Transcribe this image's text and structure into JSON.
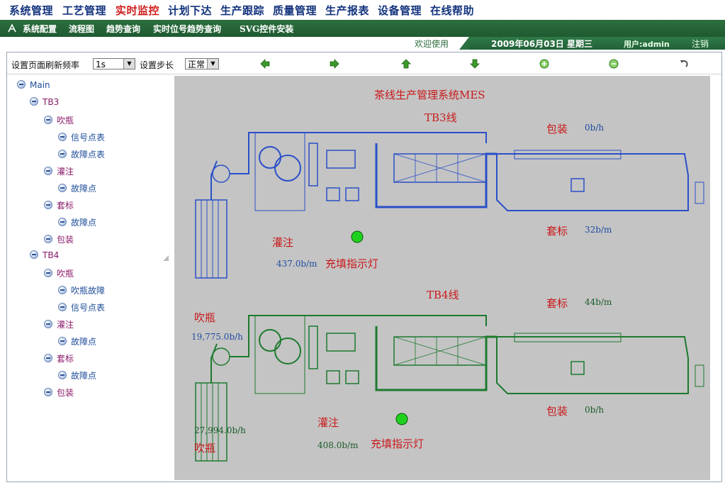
{
  "menu": [
    "系统管理",
    "工艺管理",
    "实时监控",
    "计划下达",
    "生产跟踪",
    "质量管理",
    "生产报表",
    "设备管理",
    "在线帮助"
  ],
  "menu_active_index": 2,
  "submenu": [
    "系统配置",
    "流程图",
    "趋势查询",
    "实时位号趋势查询",
    "SVG控件安装"
  ],
  "header": {
    "welcome": "欢迎使用",
    "date": "2009年06月03日  星期三",
    "user": "用户:admin",
    "logout": "注销"
  },
  "toolbar": {
    "refresh_label": "设置页面刷新频率",
    "refresh_value": "1s",
    "step_label": "设置步长",
    "step_value": "正常",
    "buttons": [
      "arrow-left-icon",
      "arrow-right-icon",
      "arrow-up-icon",
      "arrow-down-icon",
      "zoom-in-icon",
      "zoom-out-icon",
      "reset-icon"
    ]
  },
  "tree": [
    {
      "label": "Main",
      "level": 0
    },
    {
      "label": "TB3",
      "level": 1
    },
    {
      "label": "吹瓶",
      "level": 2
    },
    {
      "label": "信号点表",
      "level": 3
    },
    {
      "label": "故障点表",
      "level": 3
    },
    {
      "label": "灌注",
      "level": 2
    },
    {
      "label": "故障点",
      "level": 3
    },
    {
      "label": "套标",
      "level": 2
    },
    {
      "label": "故障点",
      "level": 3
    },
    {
      "label": "包装",
      "level": 2
    },
    {
      "label": "TB4",
      "level": 1
    },
    {
      "label": "吹瓶",
      "level": 2
    },
    {
      "label": "吹瓶故障",
      "level": 3
    },
    {
      "label": "信号点表",
      "level": 3
    },
    {
      "label": "灌注",
      "level": 2
    },
    {
      "label": "故障点",
      "level": 3
    },
    {
      "label": "套标",
      "level": 2
    },
    {
      "label": "故障点",
      "level": 3
    },
    {
      "label": "包装",
      "level": 2
    }
  ],
  "diagram": {
    "title": "茶线生产管理系统MES",
    "tb3": {
      "line_label": "TB3线",
      "packing_label": "包装",
      "packing_value": "0b/h",
      "labeling_label": "套标",
      "labeling_value": "32b/m",
      "filling_label": "灌注",
      "filling_value": "437.0b/m",
      "indicator_label": "充填指示灯",
      "indicator_color": "#1fd11f",
      "blowing_label": "吹瓶",
      "blowing_value": "19,775.0b/h",
      "color": "#2a4fc8"
    },
    "tb4": {
      "line_label": "TB4线",
      "labeling_label": "套标",
      "labeling_value": "44b/m",
      "packing_label": "包装",
      "packing_value": "0b/h",
      "filling_label": "灌注",
      "filling_value": "408.0b/m",
      "indicator_label": "充填指示灯",
      "indicator_color": "#1fd11f",
      "blowing_label": "吹瓶",
      "blowing_value": "27,994.0b/h",
      "color": "#1d7a2e"
    }
  },
  "colors": {
    "menu": "#13337d",
    "menu_active": "#d11c1c",
    "bar": "#226038",
    "canvas": "#c4c4c4"
  }
}
